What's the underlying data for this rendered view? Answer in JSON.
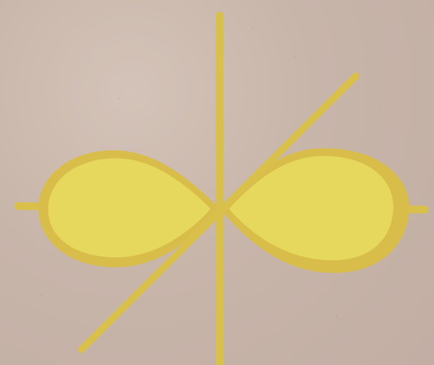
{
  "diagram": {
    "kind": "p-orbital",
    "lobe_count": 2,
    "axis_count": 3
  },
  "colors": {
    "background": "#c9b7ad",
    "lobe_outline": "#d9bd4a",
    "lobe_fill": "#e6d85c",
    "axis": "#d8c04a"
  }
}
